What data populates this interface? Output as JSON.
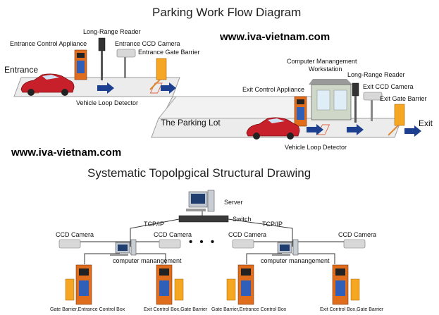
{
  "flow": {
    "title": "Parking Work Flow Diagram",
    "url_top": "www.iva-vietnam.com",
    "url_mid": "www.iva-vietnam.com",
    "entrance": "Entrance",
    "exit": "Exit",
    "parking_lot": "The Parking Lot",
    "entrance_control": "Entrance  Control  Appliance",
    "long_range_reader_1": "Long-Range Reader",
    "entrance_ccd": "Entrance CCD Camera",
    "entrance_gate": "Entrance Gate Barrier",
    "vehicle_loop_1": "Vehicle Loop Detector",
    "computer_mgmt_1": "Computer Manangement",
    "workstation": "Workstation",
    "long_range_reader_2": "Long-Range Reader",
    "exit_control": "Exit Control  Appliance",
    "exit_ccd": "Exit CCD Camera",
    "exit_gate": "Exit Gate Barrier",
    "vehicle_loop_2": "Vehicle Loop Detector"
  },
  "topology": {
    "title": "Systematic Topolpgical Structural Drawing",
    "server": "Server",
    "switch": "Switch",
    "tcpip_left": "TCP/IP",
    "tcpip_right": "TCP/IP",
    "ccd_1": "CCD Camera",
    "ccd_2": "CCD Camera",
    "ccd_3": "CCD Camera",
    "ccd_4": "CCD Camera",
    "dots_left": "• • •",
    "dots_right": "• • •",
    "computer_mgmt_left": "computer manangement",
    "computer_mgmt_right": "computer manangement",
    "box_1": "Gate Barrier,Entrance Control Box",
    "box_2": "Exit Control Box,Gate Barrier",
    "box_3": "Gate Barrier,Entrance Control Box",
    "box_4": "Exit Control Box,Gate Barrier"
  },
  "colors": {
    "road": "#e9e9e9",
    "road_edge": "#9a9a9a",
    "arrow": "#1d3f8f",
    "car": "#c8202a",
    "barrier": "#f5a623",
    "kiosk": "#e06d1c",
    "screen": "#2f5fb8"
  }
}
